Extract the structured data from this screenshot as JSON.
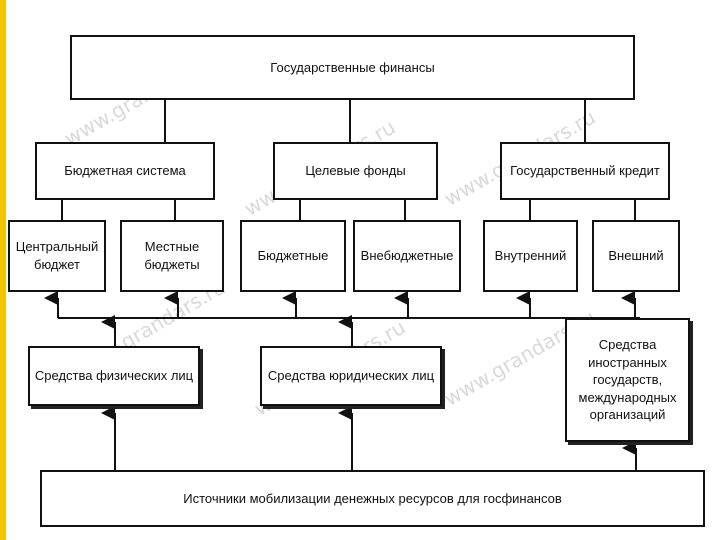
{
  "boxes": {
    "root": "Государственные финансы",
    "budget_system": "Бюджетная система",
    "target_funds": "Целевые фонды",
    "state_credit": "Государственный кредит",
    "central_budget": "Центральный\nбюджет",
    "local_budgets": "Местные\nбюджеты",
    "budgetary": "Бюджетные",
    "extrabudgetary": "Внебюджетные",
    "internal": "Внутренний",
    "external": "Внешний",
    "individuals": "Средства физических лиц",
    "legal_entities": "Средства юридических лиц",
    "foreign": "Средства иностранных\nгосударств,\nмеждународных\nорганизаций",
    "sources": "Источники мобилизации денежных ресурсов для госфинансов"
  },
  "watermark": "www.grandars.ru",
  "colors": {
    "accent": "#f5c400",
    "line": "#111111",
    "watermark": "#d9d9d9"
  }
}
